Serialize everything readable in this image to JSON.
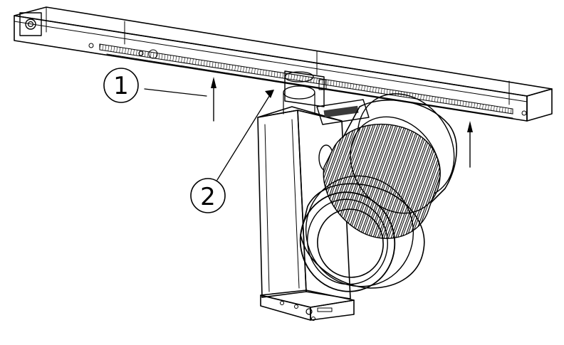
{
  "callouts": [
    {
      "id": "callout-1",
      "label": "1"
    },
    {
      "id": "callout-2",
      "label": "2"
    }
  ],
  "colors": {
    "line": "#000000",
    "background": "#ffffff",
    "fill": "#ffffff",
    "shade": "#3a3a3a"
  }
}
